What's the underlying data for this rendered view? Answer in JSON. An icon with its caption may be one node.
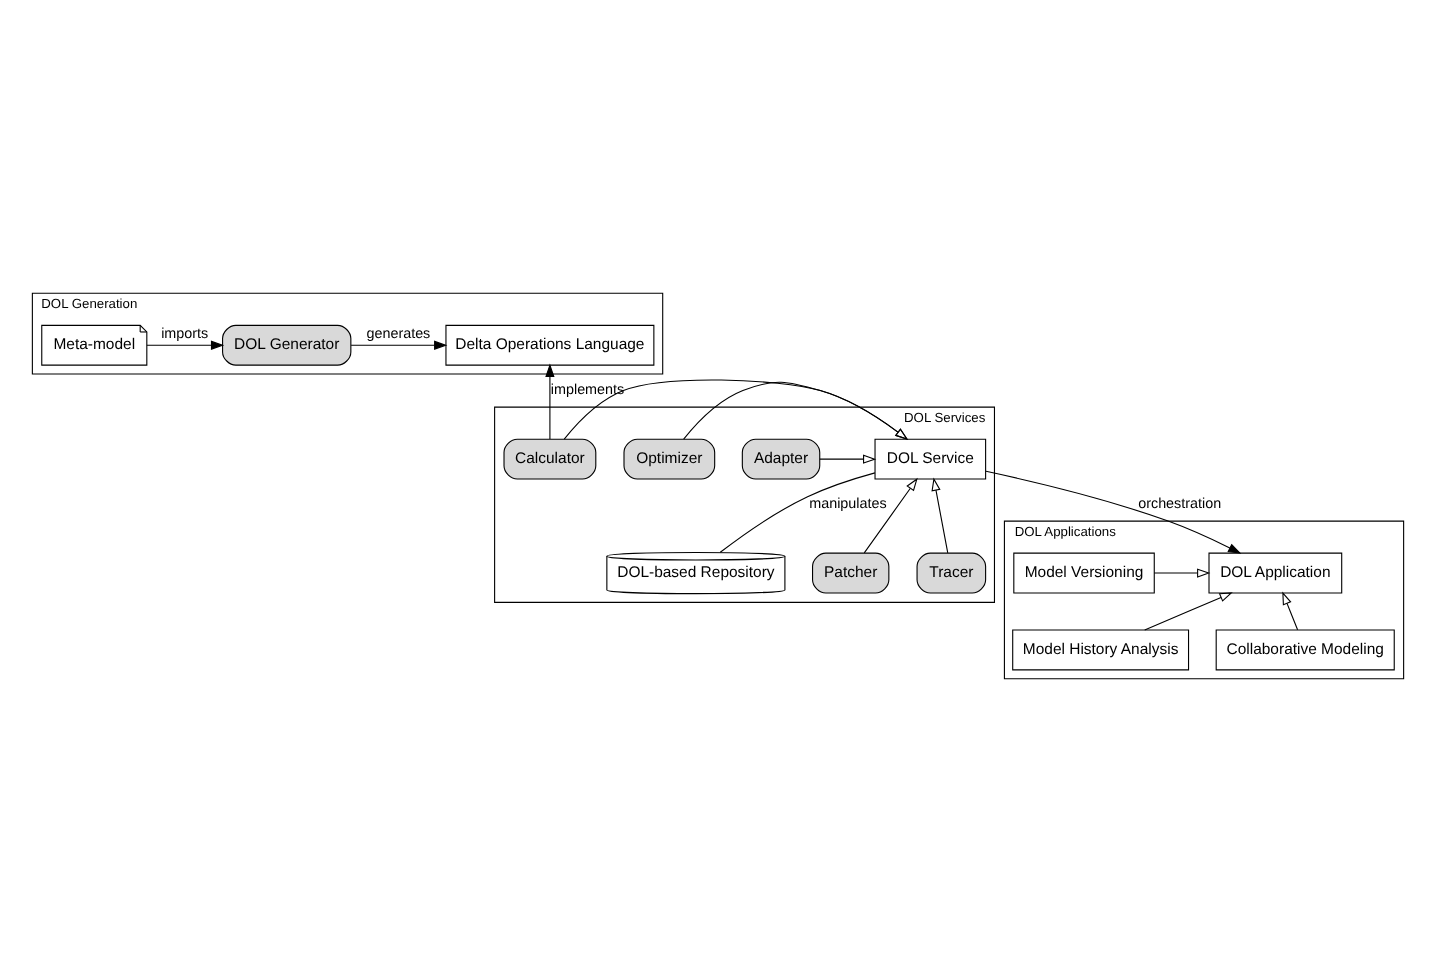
{
  "diagram": {
    "nodes": [
      {
        "text": [
          "DOL Generation"
        ]
      },
      {
        "text": [
          "Meta-model"
        ],
        "in": 0
      },
      {
        "text": [
          "DOL Generator"
        ],
        "in": 0
      },
      {
        "text": [
          "Delta Operations Language"
        ],
        "in": 0
      },
      {
        "text": [
          "DOL Services"
        ]
      },
      {
        "text": [
          "DOL Service"
        ],
        "in": 4
      },
      {
        "text": [
          "DOL-based Repository"
        ],
        "in": 4
      },
      {
        "text": [
          "Adapter"
        ],
        "in": 4
      },
      {
        "text": [
          "Optimizer"
        ],
        "in": 4
      },
      {
        "text": [
          "Calculator"
        ],
        "in": 4
      },
      {
        "text": [
          "Patcher"
        ],
        "in": 4
      },
      {
        "text": [
          "Tracer"
        ],
        "in": 4
      },
      {
        "text": [
          "DOL Applications"
        ]
      },
      {
        "text": [
          "DOL Application"
        ],
        "in": 12
      },
      {
        "text": [
          "Model Versioning"
        ],
        "in": 12
      },
      {
        "text": [
          "Model History Analysis"
        ],
        "in": 12
      },
      {
        "text": [
          "Collaborative Modeling"
        ],
        "in": 12
      }
    ],
    "edges": [
      {
        "from": 1,
        "to": 2,
        "arrow": "to",
        "label": "imports"
      },
      {
        "from": 2,
        "to": 3,
        "arrow": "to",
        "label": "generates"
      },
      {
        "from": 9,
        "to": 3,
        "arrow": "to",
        "label": "implements"
      },
      {
        "from": 5,
        "to": 6,
        "arrow": "none",
        "label": "manipulates"
      },
      {
        "from": 7,
        "to": 5,
        "arrow": "to"
      },
      {
        "from": 8,
        "to": 5,
        "arrow": "to"
      },
      {
        "from": 9,
        "to": 5,
        "arrow": "to"
      },
      {
        "from": 10,
        "to": 5,
        "arrow": "to"
      },
      {
        "from": 11,
        "to": 5,
        "arrow": "to"
      },
      {
        "from": 5,
        "to": 13,
        "arrow": "to",
        "label": "orchestration"
      },
      {
        "from": 14,
        "to": 13,
        "arrow": "to"
      },
      {
        "from": 15,
        "to": 13,
        "arrow": "to"
      },
      {
        "from": 16,
        "to": 13,
        "arrow": "to"
      }
    ]
  }
}
